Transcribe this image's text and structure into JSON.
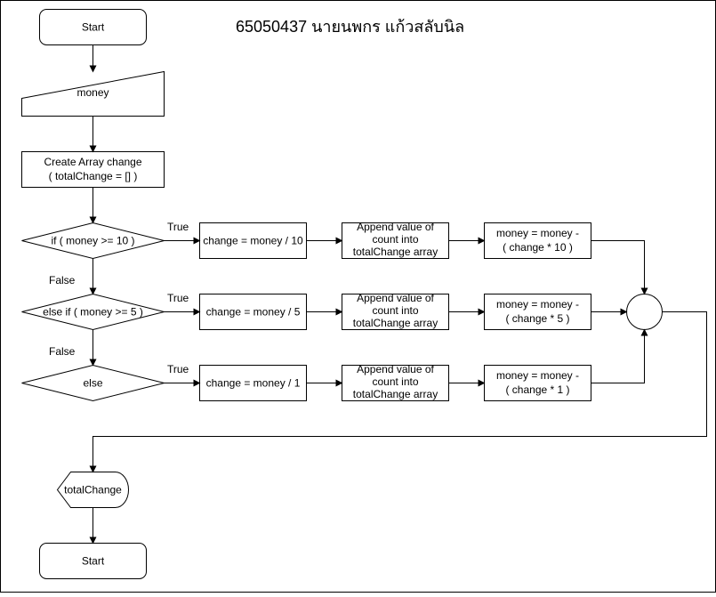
{
  "title": "65050437 นายนพกร แก้วสลับนิล",
  "nodes": {
    "start": "Start",
    "input_money": "money",
    "create_array": [
      "Create Array change",
      "( totalChange = [] )"
    ],
    "cond1": "if ( money >= 10 )",
    "cond2": "else if ( money >= 5 )",
    "cond3": "else",
    "calc1": "change = money / 10",
    "calc2": "change = money / 5",
    "calc3": "change = money / 1",
    "append1": [
      "Append value of",
      "count into",
      "totalChange array"
    ],
    "append2": [
      "Append value of",
      "count into",
      "totalChange array"
    ],
    "append3": [
      "Append value of",
      "count into",
      "totalChange array"
    ],
    "update1": [
      "money = money -",
      "( change * 10 )"
    ],
    "update2": [
      "money = money -",
      "( change * 5 )"
    ],
    "update3": [
      "money = money -",
      "( change * 1 )"
    ],
    "output": "totalChange",
    "end": "Start"
  },
  "edge_labels": {
    "true1": "True",
    "true2": "True",
    "true3": "True",
    "false1": "False",
    "false2": "False"
  }
}
